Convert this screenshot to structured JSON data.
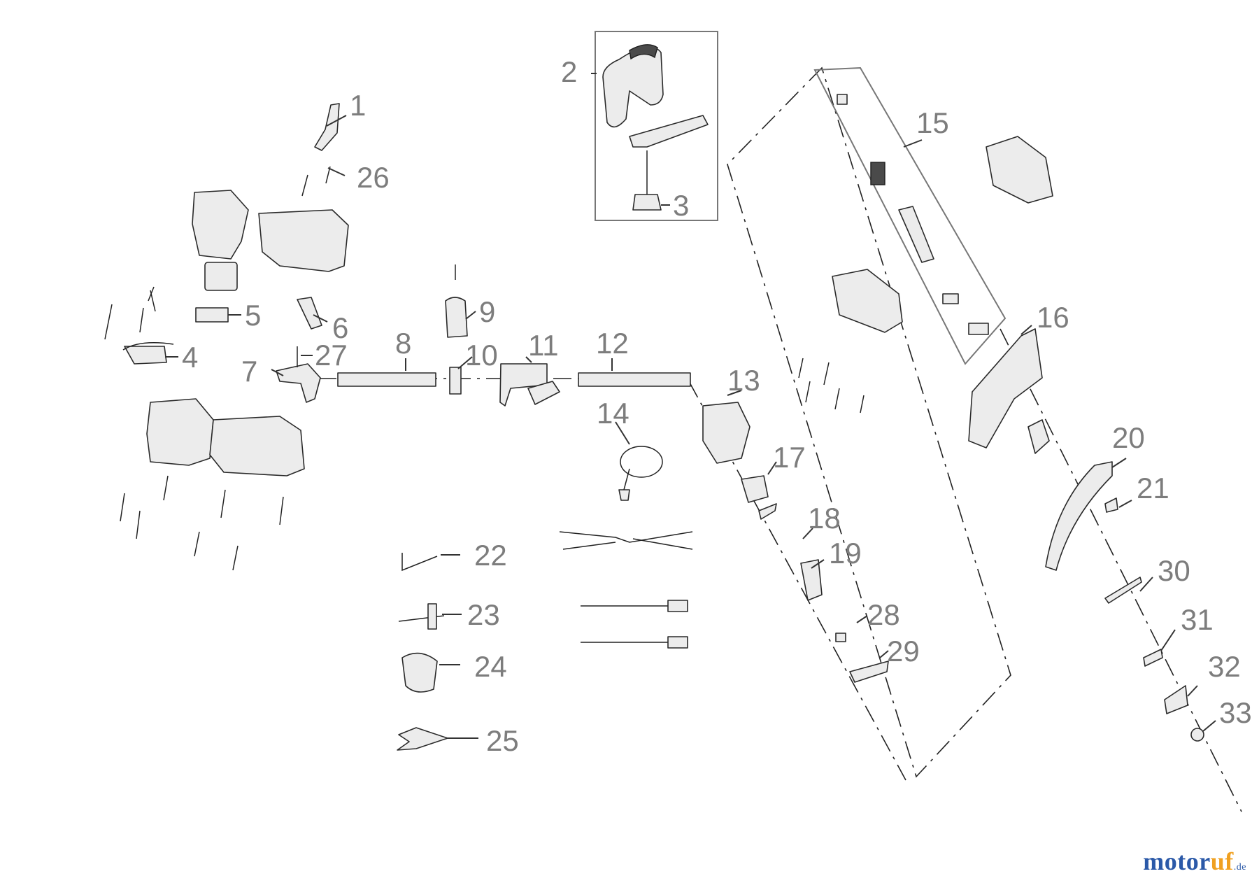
{
  "labels": {
    "p1": "1",
    "p2": "2",
    "p3": "3",
    "p4": "4",
    "p5": "5",
    "p6": "6",
    "p7": "7",
    "p8": "8",
    "p9": "9",
    "p10": "10",
    "p11": "11",
    "p12": "12",
    "p13": "13",
    "p14": "14",
    "p15": "15",
    "p16": "16",
    "p17": "17",
    "p18": "18",
    "p19": "19",
    "p20": "20",
    "p21": "21",
    "p22": "22",
    "p23": "23",
    "p24": "24",
    "p25": "25",
    "p26": "26",
    "p27": "27",
    "p28": "28",
    "p29": "29",
    "p30": "30",
    "p31": "31",
    "p32": "32",
    "p33": "33"
  },
  "watermark": {
    "brand_main": "motor",
    "brand_accent": "uf",
    "brand_tld": ".de"
  },
  "colors": {
    "label": "#7d7d7d",
    "line": "#222222",
    "logo_blue": "#2b59a8",
    "logo_orange": "#f0a020"
  }
}
